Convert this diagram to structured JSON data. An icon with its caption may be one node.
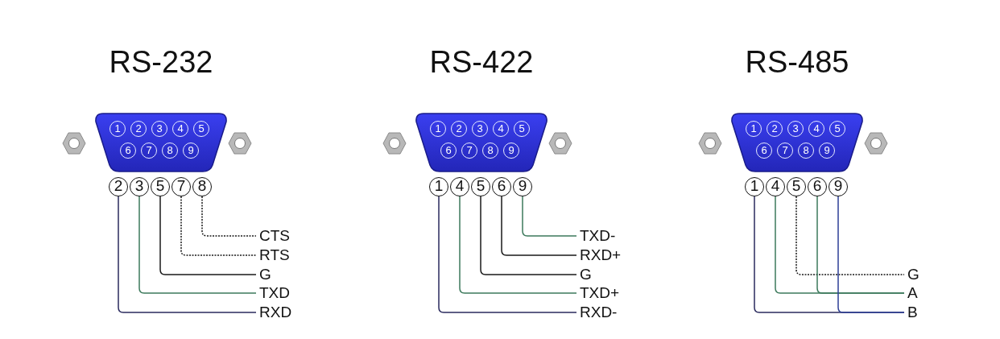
{
  "diagram": {
    "nodes": [
      {
        "text": [
          "RS-232"
        ]
      },
      {
        "text": [
          "1"
        ],
        "in": 0
      },
      {
        "text": [
          "2"
        ],
        "in": 0
      },
      {
        "text": [
          "3"
        ],
        "in": 0
      },
      {
        "text": [
          "4"
        ],
        "in": 0
      },
      {
        "text": [
          "5"
        ],
        "in": 0
      },
      {
        "text": [
          "6"
        ],
        "in": 0
      },
      {
        "text": [
          "7"
        ],
        "in": 0
      },
      {
        "text": [
          "8"
        ],
        "in": 0
      },
      {
        "text": [
          "9"
        ],
        "in": 0
      },
      {
        "text": [
          "2"
        ]
      },
      {
        "text": [
          "3"
        ]
      },
      {
        "text": [
          "5"
        ]
      },
      {
        "text": [
          "7"
        ]
      },
      {
        "text": [
          "8"
        ]
      },
      {
        "text": [
          "CTS"
        ]
      },
      {
        "text": [
          "RTS"
        ]
      },
      {
        "text": [
          "G"
        ]
      },
      {
        "text": [
          "TXD"
        ]
      },
      {
        "text": [
          "RXD"
        ]
      },
      {
        "text": [
          "RS-422"
        ]
      },
      {
        "text": [
          "1"
        ],
        "in": 20
      },
      {
        "text": [
          "2"
        ],
        "in": 20
      },
      {
        "text": [
          "3"
        ],
        "in": 20
      },
      {
        "text": [
          "4"
        ],
        "in": 20
      },
      {
        "text": [
          "5"
        ],
        "in": 20
      },
      {
        "text": [
          "6"
        ],
        "in": 20
      },
      {
        "text": [
          "7"
        ],
        "in": 20
      },
      {
        "text": [
          "8"
        ],
        "in": 20
      },
      {
        "text": [
          "9"
        ],
        "in": 20
      },
      {
        "text": [
          "1"
        ]
      },
      {
        "text": [
          "4"
        ]
      },
      {
        "text": [
          "5"
        ]
      },
      {
        "text": [
          "6"
        ]
      },
      {
        "text": [
          "9"
        ]
      },
      {
        "text": [
          "TXD-"
        ]
      },
      {
        "text": [
          "RXD+"
        ]
      },
      {
        "text": [
          "G"
        ]
      },
      {
        "text": [
          "TXD+"
        ]
      },
      {
        "text": [
          "RXD-"
        ]
      },
      {
        "text": [
          "RS-485"
        ]
      },
      {
        "text": [
          "1"
        ],
        "in": 40
      },
      {
        "text": [
          "2"
        ],
        "in": 40
      },
      {
        "text": [
          "3"
        ],
        "in": 40
      },
      {
        "text": [
          "4"
        ],
        "in": 40
      },
      {
        "text": [
          "5"
        ],
        "in": 40
      },
      {
        "text": [
          "6"
        ],
        "in": 40
      },
      {
        "text": [
          "7"
        ],
        "in": 40
      },
      {
        "text": [
          "8"
        ],
        "in": 40
      },
      {
        "text": [
          "9"
        ],
        "in": 40
      },
      {
        "text": [
          "1"
        ]
      },
      {
        "text": [
          "4"
        ]
      },
      {
        "text": [
          "5"
        ]
      },
      {
        "text": [
          "6"
        ]
      },
      {
        "text": [
          "9"
        ]
      },
      {
        "text": [
          "G"
        ]
      },
      {
        "text": [
          "A"
        ]
      },
      {
        "text": [
          "B"
        ]
      }
    ],
    "edges": [
      {
        "from": 10,
        "to": 19,
        "arrow": "none",
        "color": "#2a2a5e"
      },
      {
        "from": 11,
        "to": 18,
        "arrow": "none",
        "color": "#3d7a5c"
      },
      {
        "from": 12,
        "to": 17,
        "arrow": "none"
      },
      {
        "from": 13,
        "to": 16,
        "arrow": "none",
        "style": "dashed"
      },
      {
        "from": 14,
        "to": 15,
        "arrow": "none",
        "style": "dashed"
      },
      {
        "from": 30,
        "to": 39,
        "arrow": "none",
        "color": "#2a2a5e"
      },
      {
        "from": 31,
        "to": 38,
        "arrow": "none",
        "color": "#3d7a5c"
      },
      {
        "from": 32,
        "to": 37,
        "arrow": "none"
      },
      {
        "from": 33,
        "to": 36,
        "arrow": "none"
      },
      {
        "from": 34,
        "to": 35,
        "arrow": "none",
        "color": "#3d7a5c"
      },
      {
        "from": 50,
        "to": 57,
        "arrow": "none",
        "color": "#2a2a5e"
      },
      {
        "from": 51,
        "to": 56,
        "arrow": "none",
        "color": "#3d7a5c"
      },
      {
        "from": 52,
        "to": 55,
        "arrow": "none",
        "style": "dashed"
      },
      {
        "from": 53,
        "to": 56,
        "arrow": "none",
        "color": "#3d7a5c"
      },
      {
        "from": 54,
        "to": 57,
        "arrow": "none",
        "color": "#2e3f96"
      }
    ]
  }
}
